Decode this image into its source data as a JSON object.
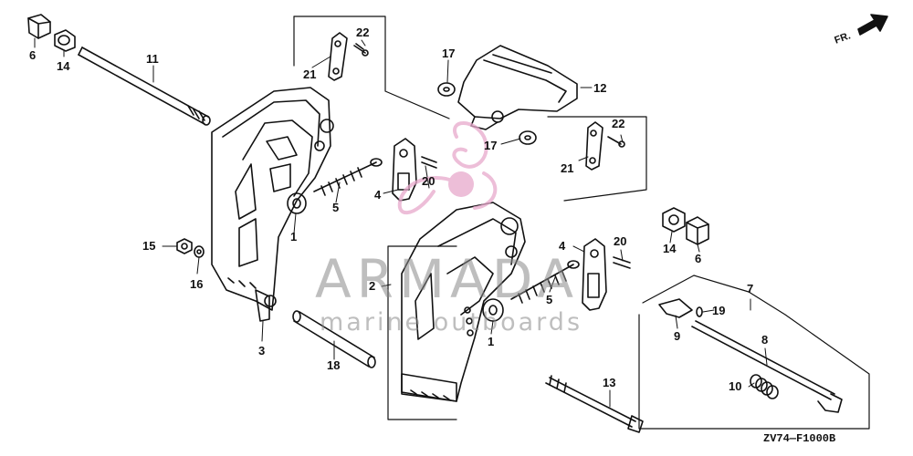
{
  "diagram": {
    "diagram_code": "ZV74—F1000B",
    "direction_label": "FR.",
    "watermark": {
      "brand": "ARMADA",
      "tagline": "marine outboards",
      "color": "#e7a9cc"
    },
    "callouts": [
      {
        "id": "c6a",
        "text": "6"
      },
      {
        "id": "c14a",
        "text": "14"
      },
      {
        "id": "c11",
        "text": "11"
      },
      {
        "id": "c22a",
        "text": "22"
      },
      {
        "id": "c21a",
        "text": "21"
      },
      {
        "id": "c17a",
        "text": "17"
      },
      {
        "id": "c12",
        "text": "12"
      },
      {
        "id": "c17b",
        "text": "17"
      },
      {
        "id": "c22b",
        "text": "22"
      },
      {
        "id": "c21b",
        "text": "21"
      },
      {
        "id": "c20a",
        "text": "20"
      },
      {
        "id": "c4a",
        "text": "4"
      },
      {
        "id": "c5a",
        "text": "5"
      },
      {
        "id": "c1a",
        "text": "1"
      },
      {
        "id": "c15",
        "text": "15"
      },
      {
        "id": "c16",
        "text": "16"
      },
      {
        "id": "c14b",
        "text": "14"
      },
      {
        "id": "c6b",
        "text": "6"
      },
      {
        "id": "c4b",
        "text": "4"
      },
      {
        "id": "c20b",
        "text": "20"
      },
      {
        "id": "c2",
        "text": "2"
      },
      {
        "id": "c5b",
        "text": "5"
      },
      {
        "id": "c1b",
        "text": "1"
      },
      {
        "id": "c7",
        "text": "7"
      },
      {
        "id": "c19",
        "text": "19"
      },
      {
        "id": "c9",
        "text": "9"
      },
      {
        "id": "c8",
        "text": "8"
      },
      {
        "id": "c3",
        "text": "3"
      },
      {
        "id": "c18",
        "text": "18"
      },
      {
        "id": "c13",
        "text": "13"
      },
      {
        "id": "c10",
        "text": "10"
      }
    ]
  }
}
